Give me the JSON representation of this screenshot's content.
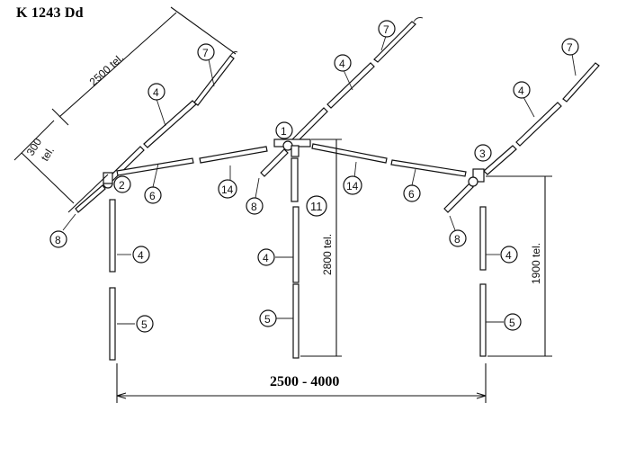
{
  "title": "K 1243 Dd",
  "dimensions": {
    "overall_width": "2500 - 4000",
    "left_rafter_length": "2500 tel.",
    "left_offset_top": "300",
    "left_offset_bottom": "tel.",
    "center_height": "2800 tel.",
    "right_height": "1900 tel."
  },
  "part_numbers": {
    "left_top": "7",
    "left_mid": "4",
    "left_joint": "2",
    "left_brace": "6",
    "left_low": "8",
    "left_post_upper": "4",
    "left_post_lower": "5",
    "center_top": "7",
    "center_mid": "4",
    "center_joint": "1",
    "center_left_beam": "14",
    "center_right_beam": "14",
    "center_low": "8",
    "center_bracket": "11",
    "center_post_upper": "4",
    "center_post_lower": "5",
    "right_top": "7",
    "right_mid": "4",
    "right_joint": "3",
    "right_brace": "6",
    "right_low": "8",
    "right_post_upper": "4",
    "right_post_lower": "5"
  },
  "colors": {
    "line": "#111111",
    "background": "#ffffff"
  }
}
